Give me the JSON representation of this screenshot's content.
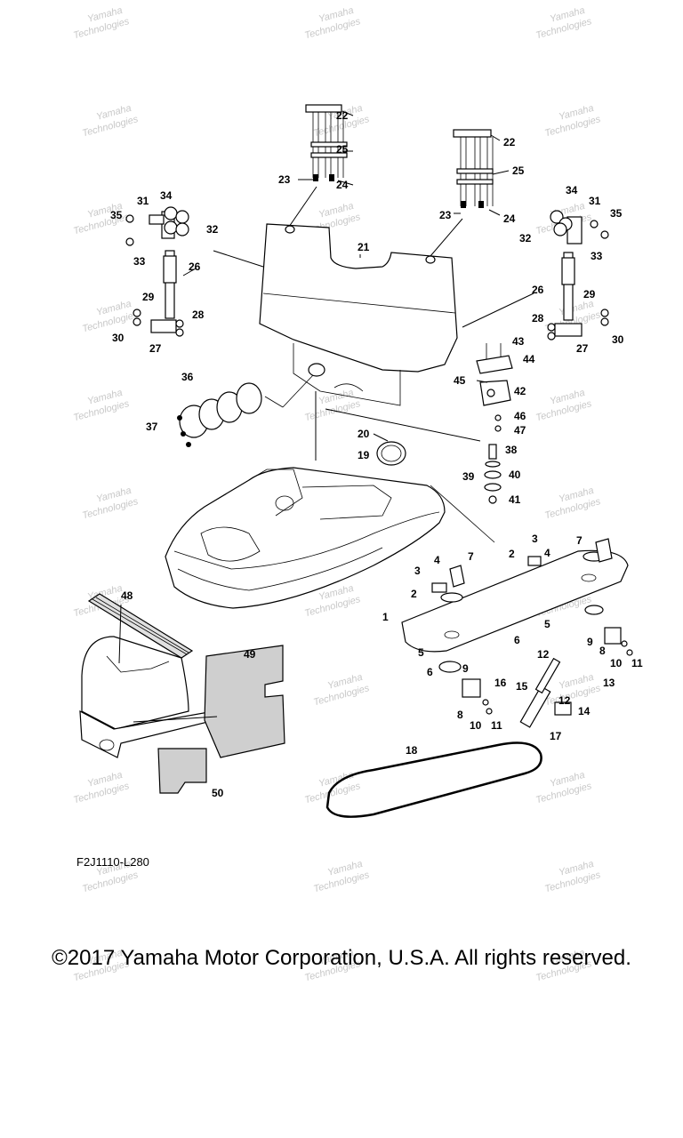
{
  "diagram": {
    "code": "F2J1110-L280",
    "copyright": "©2017 Yamaha Motor Corporation, U.S.A. All rights reserved.",
    "watermark": [
      "Yamaha",
      "Technologies"
    ],
    "callouts": [
      {
        "id": "22a",
        "text": "22"
      },
      {
        "id": "25a",
        "text": "25"
      },
      {
        "id": "23a",
        "text": "23"
      },
      {
        "id": "24a",
        "text": "24"
      },
      {
        "id": "22b",
        "text": "22"
      },
      {
        "id": "25b",
        "text": "25"
      },
      {
        "id": "23b",
        "text": "23"
      },
      {
        "id": "24b",
        "text": "24"
      },
      {
        "id": "31a",
        "text": "31"
      },
      {
        "id": "34a",
        "text": "34"
      },
      {
        "id": "35a",
        "text": "35"
      },
      {
        "id": "32a",
        "text": "32"
      },
      {
        "id": "33a",
        "text": "33"
      },
      {
        "id": "26a",
        "text": "26"
      },
      {
        "id": "29a",
        "text": "29"
      },
      {
        "id": "28a",
        "text": "28"
      },
      {
        "id": "30a",
        "text": "30"
      },
      {
        "id": "27a",
        "text": "27"
      },
      {
        "id": "21",
        "text": "21"
      },
      {
        "id": "34b",
        "text": "34"
      },
      {
        "id": "31b",
        "text": "31"
      },
      {
        "id": "35b",
        "text": "35"
      },
      {
        "id": "32b",
        "text": "32"
      },
      {
        "id": "33b",
        "text": "33"
      },
      {
        "id": "26b",
        "text": "26"
      },
      {
        "id": "29b",
        "text": "29"
      },
      {
        "id": "28b",
        "text": "28"
      },
      {
        "id": "30b",
        "text": "30"
      },
      {
        "id": "27b",
        "text": "27"
      },
      {
        "id": "43",
        "text": "43"
      },
      {
        "id": "44",
        "text": "44"
      },
      {
        "id": "45",
        "text": "45"
      },
      {
        "id": "42",
        "text": "42"
      },
      {
        "id": "46",
        "text": "46"
      },
      {
        "id": "47",
        "text": "47"
      },
      {
        "id": "36",
        "text": "36"
      },
      {
        "id": "37",
        "text": "37"
      },
      {
        "id": "20",
        "text": "20"
      },
      {
        "id": "19",
        "text": "19"
      },
      {
        "id": "38",
        "text": "38"
      },
      {
        "id": "39",
        "text": "39"
      },
      {
        "id": "40",
        "text": "40"
      },
      {
        "id": "41",
        "text": "41"
      },
      {
        "id": "3a",
        "text": "3"
      },
      {
        "id": "2a",
        "text": "2"
      },
      {
        "id": "4a",
        "text": "4"
      },
      {
        "id": "7a",
        "text": "7"
      },
      {
        "id": "3b",
        "text": "3"
      },
      {
        "id": "4b",
        "text": "4"
      },
      {
        "id": "2b",
        "text": "2"
      },
      {
        "id": "7b",
        "text": "7"
      },
      {
        "id": "48",
        "text": "48"
      },
      {
        "id": "49",
        "text": "49"
      },
      {
        "id": "1",
        "text": "1"
      },
      {
        "id": "5a",
        "text": "5"
      },
      {
        "id": "6a",
        "text": "6"
      },
      {
        "id": "5b",
        "text": "5"
      },
      {
        "id": "6b",
        "text": "6"
      },
      {
        "id": "9a",
        "text": "9"
      },
      {
        "id": "8a",
        "text": "8"
      },
      {
        "id": "10a",
        "text": "10"
      },
      {
        "id": "11a",
        "text": "11"
      },
      {
        "id": "12a",
        "text": "12"
      },
      {
        "id": "13",
        "text": "13"
      },
      {
        "id": "9b",
        "text": "9"
      },
      {
        "id": "16",
        "text": "16"
      },
      {
        "id": "15",
        "text": "15"
      },
      {
        "id": "12b",
        "text": "12"
      },
      {
        "id": "14",
        "text": "14"
      },
      {
        "id": "8b",
        "text": "8"
      },
      {
        "id": "10b",
        "text": "10"
      },
      {
        "id": "11b",
        "text": "11"
      },
      {
        "id": "17",
        "text": "17"
      },
      {
        "id": "18",
        "text": "18"
      },
      {
        "id": "50",
        "text": "50"
      }
    ]
  }
}
